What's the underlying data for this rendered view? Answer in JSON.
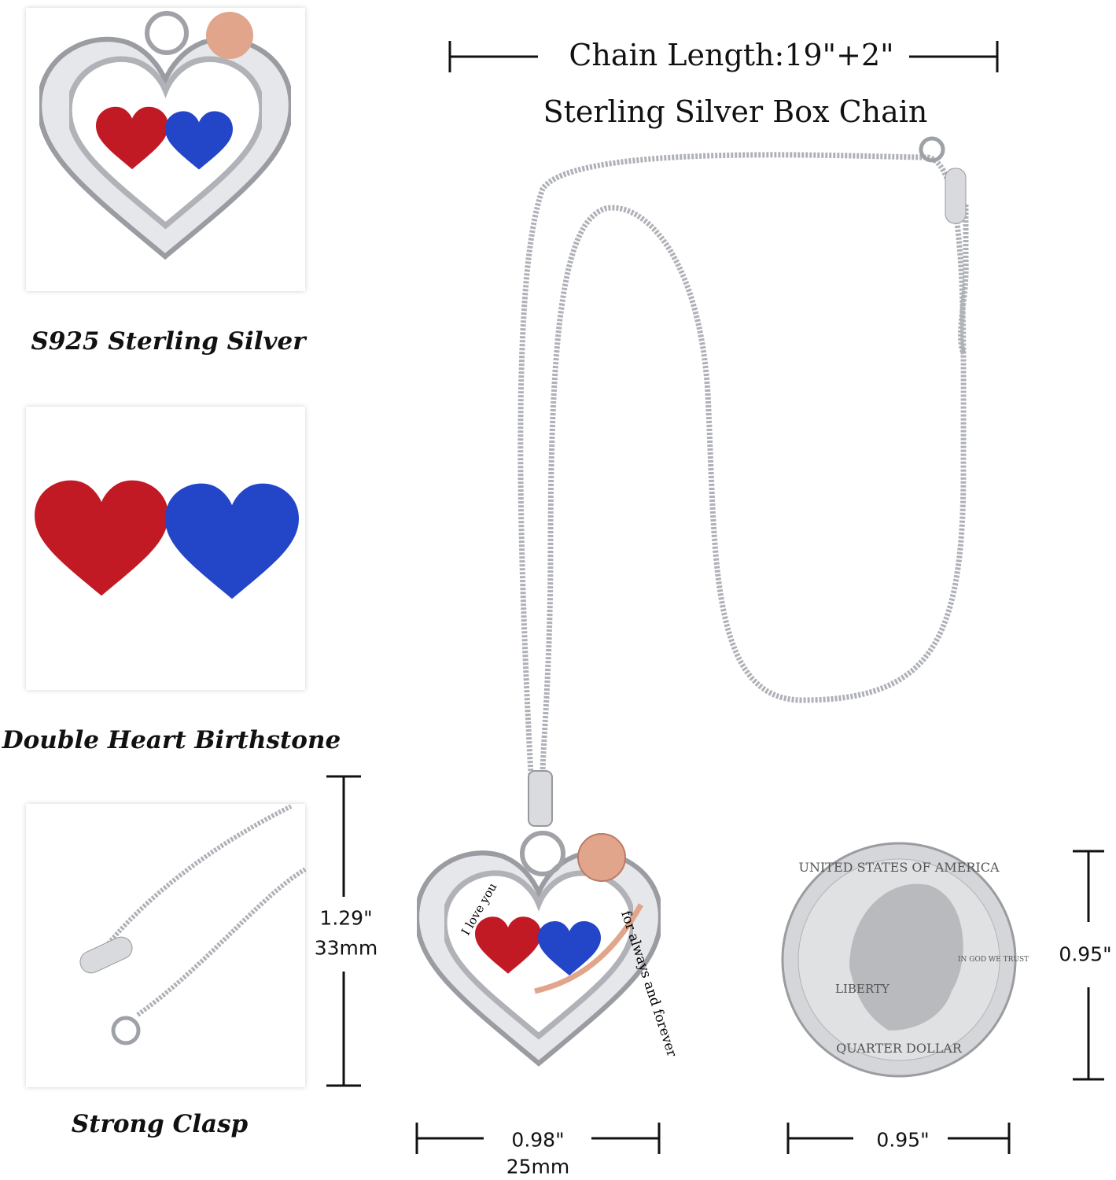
{
  "header": {
    "chain_length": "Chain Length:19\"+2\"",
    "chain_type": "Sterling Silver Box Chain"
  },
  "panels": [
    {
      "caption": "S925 Sterling Silver"
    },
    {
      "caption": "Double Heart Birthstone"
    },
    {
      "caption": "Strong Clasp"
    }
  ],
  "dimensions": {
    "pendant_height_in": "1.29\"",
    "pendant_height_mm": "33mm",
    "pendant_width_in": "0.98\"",
    "pendant_width_mm": "25mm",
    "coin_height_in": "0.95\"",
    "coin_width_in": "0.95\""
  },
  "engraving": {
    "line1": "I love you",
    "line2": "for always and forever"
  },
  "coin": {
    "top": "UNITED STATES OF AMERICA",
    "liberty": "LIBERTY",
    "motto": "IN GOD WE TRUST",
    "bottom": "QUARTER DOLLAR"
  },
  "colors": {
    "silver": "#c9cbd0",
    "rose_gold": "#e0a58a",
    "ruby": "#c21a24",
    "sapphire": "#2346c8"
  }
}
